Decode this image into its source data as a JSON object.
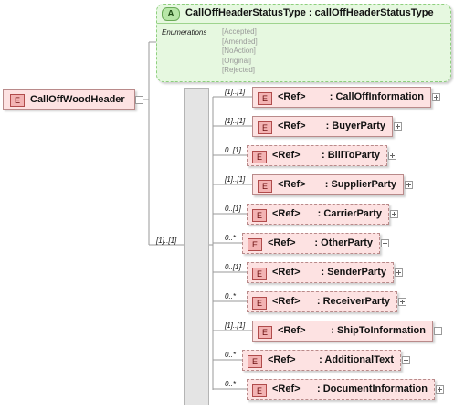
{
  "attribute": {
    "badge": "A",
    "title": "CallOffHeaderStatusType : callOffHeaderStatusType",
    "enum_label": "Enumerations",
    "enumerations": [
      "[Accepted]",
      "[Amended]",
      "[NoAction]",
      "[Original]",
      "[Rejected]"
    ]
  },
  "root": {
    "badge": "E",
    "label": "CallOffWoodHeader"
  },
  "sequence_occurrence": "[1]..[1]",
  "children": [
    {
      "badge": "E",
      "ref": "<Ref>",
      "name": ": CallOffInformation",
      "occurrence": "[1]..[1]",
      "optional": false
    },
    {
      "badge": "E",
      "ref": "<Ref>",
      "name": ": BuyerParty",
      "occurrence": "[1]..[1]",
      "optional": false
    },
    {
      "badge": "E",
      "ref": "<Ref>",
      "name": ": BillToParty",
      "occurrence": "0..[1]",
      "optional": true
    },
    {
      "badge": "E",
      "ref": "<Ref>",
      "name": ": SupplierParty",
      "occurrence": "[1]..[1]",
      "optional": false
    },
    {
      "badge": "E",
      "ref": "<Ref>",
      "name": ": CarrierParty",
      "occurrence": "0..[1]",
      "optional": true
    },
    {
      "badge": "E",
      "ref": "<Ref>",
      "name": ": OtherParty",
      "occurrence": "0..*",
      "optional": true
    },
    {
      "badge": "E",
      "ref": "<Ref>",
      "name": ": SenderParty",
      "occurrence": "0..[1]",
      "optional": true
    },
    {
      "badge": "E",
      "ref": "<Ref>",
      "name": ": ReceiverParty",
      "occurrence": "0..*",
      "optional": true
    },
    {
      "badge": "E",
      "ref": "<Ref>",
      "name": ": ShipToInformation",
      "occurrence": "[1]..[1]",
      "optional": false
    },
    {
      "badge": "E",
      "ref": "<Ref>",
      "name": ": AdditionalText",
      "occurrence": "0..*",
      "optional": true
    },
    {
      "badge": "E",
      "ref": "<Ref>",
      "name": ": DocumentInformation",
      "occurrence": "0..*",
      "optional": true
    }
  ]
}
